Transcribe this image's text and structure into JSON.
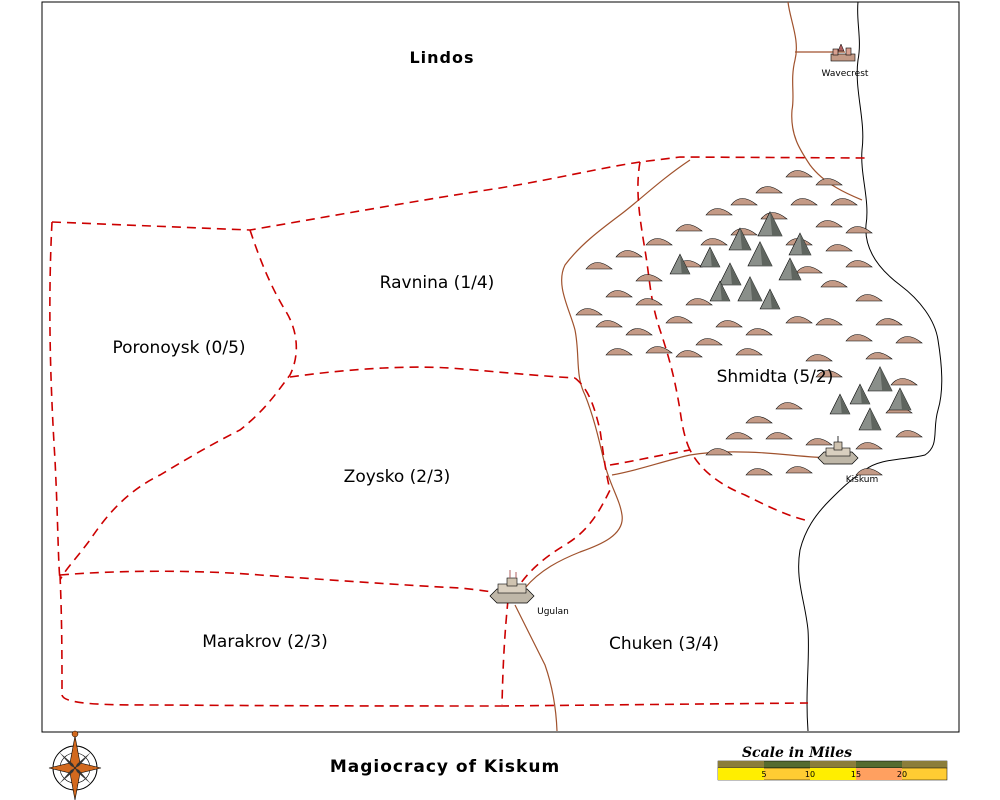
{
  "map": {
    "title": "Magiocracy of Kiskum",
    "north_region": "Lindos"
  },
  "regions": {
    "ravnina": "Ravnina (1/4)",
    "poronoysk": "Poronoysk (0/5)",
    "zoysko": "Zoysko (2/3)",
    "marakrov": "Marakrov (2/3)",
    "chuken": "Chuken (3/4)",
    "shmidta": "Shmidta (5/2)"
  },
  "cities": {
    "wavecrest": "Wavecrest",
    "kiskum": "Kiskum",
    "ugulan": "Ugulan"
  },
  "scale": {
    "title": "Scale in Miles",
    "ticks": [
      "5",
      "10",
      "15",
      "20"
    ]
  },
  "colors": {
    "border": "#cc0000",
    "river": "#a0522d",
    "coast": "#000000",
    "hill": "#c49a86",
    "mountain": "#8a8f8a"
  }
}
